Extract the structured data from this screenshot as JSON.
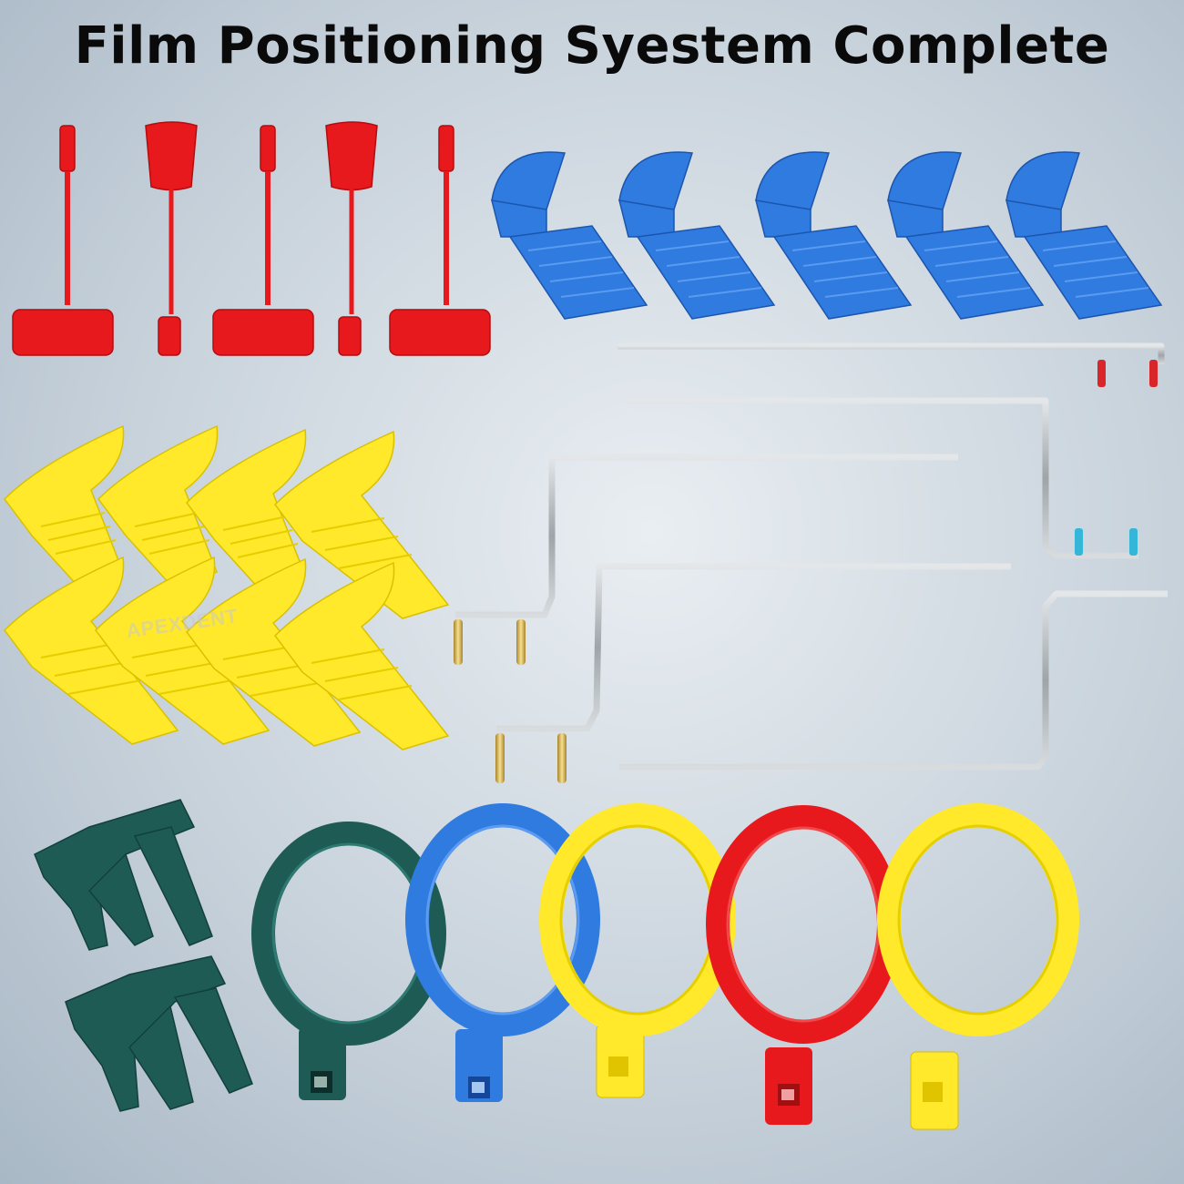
{
  "title": "Film Positioning Syestem Complete",
  "watermark": "APEXDENT",
  "colors": {
    "red": "#e8191c",
    "blue": "#2f7be0",
    "yellow": "#ffe92a",
    "green": "#1f5b55",
    "steel": "#b7bcc0"
  },
  "groups": [
    {
      "name": "red-bite-blocks",
      "color": "red"
    },
    {
      "name": "blue-bite-blocks",
      "color": "blue"
    },
    {
      "name": "yellow-bite-blocks",
      "color": "yellow"
    },
    {
      "name": "green-bite-blocks",
      "color": "green"
    },
    {
      "name": "indicator-arms",
      "color": "steel"
    },
    {
      "name": "aiming-rings",
      "color": "green, blue, yellow, red, yellow"
    }
  ]
}
